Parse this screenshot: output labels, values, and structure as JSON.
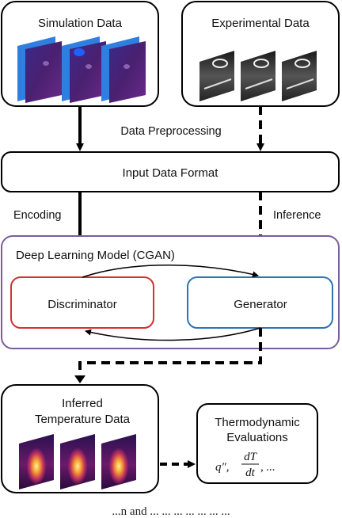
{
  "boxes": {
    "simulation_data": "Simulation Data",
    "experimental_data": "Experimental Data",
    "input_data_format": "Input Data Format",
    "cgan_model": "Deep Learning Model (CGAN)",
    "discriminator": "Discriminator",
    "generator": "Generator",
    "inferred_line1": "Inferred",
    "inferred_line2": "Temperature Data",
    "thermo_line1": "Thermodynamic",
    "thermo_line2": "Evaluations"
  },
  "edge_labels": {
    "preprocessing": "Data Preprocessing",
    "encoding": "Encoding",
    "inference": "Inference"
  },
  "formula": {
    "q": "q″,",
    "dT": "dT",
    "dt": "dt",
    "tail": ", ..."
  },
  "colors": {
    "cgan_border": "#7b5c9e",
    "cgan_text": "#7b3fa6",
    "discriminator": "#d03333",
    "generator": "#2e74b5"
  },
  "caption": "...n and ... ... ... ... ... ... ..."
}
